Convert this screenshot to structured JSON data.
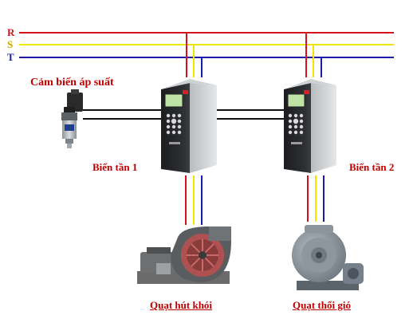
{
  "bus": {
    "r": "R",
    "s": "S",
    "t": "T"
  },
  "sensor": {
    "label": "Cảm biến áp suất"
  },
  "drives": [
    {
      "label": "Biến tần 1"
    },
    {
      "label": "Biến tần 2"
    }
  ],
  "fans": [
    {
      "label": "Quạt hút khói"
    },
    {
      "label": "Quạt thổi gió"
    }
  ],
  "colors": {
    "r": "#d4141c",
    "s": "#f2e600",
    "t": "#1c1caa",
    "label": "#c00000"
  }
}
